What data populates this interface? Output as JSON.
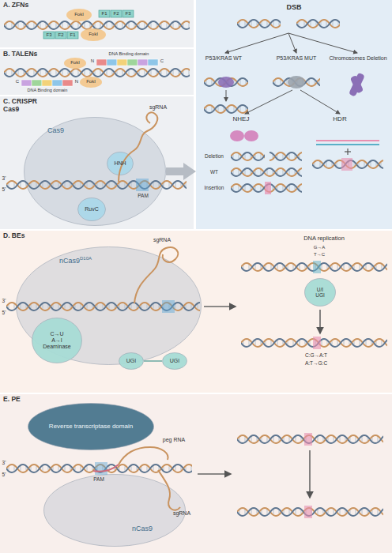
{
  "diagram": {
    "nodes": [
      {
        "text": [
          "A. ZFNs"
        ]
      },
      {
        "text": [
          "B. TALENs"
        ]
      },
      {
        "text": [
          "C. CRISPR Cas9"
        ]
      },
      {
        "text": [
          "Cas9"
        ],
        "in": 2
      },
      {
        "text": [
          "HNH"
        ],
        "in": 3
      },
      {
        "text": [
          "RuvC"
        ],
        "in": 3
      },
      {
        "text": [
          "DSB"
        ]
      },
      {
        "text": [
          "D. BEs"
        ]
      },
      {
        "text": [
          "nCas9",
          "D10A"
        ],
        "in": 7
      },
      {
        "text": [
          "C→U",
          "A→I",
          "Deaminase"
        ],
        "in": 7
      },
      {
        "text": [
          "UGI"
        ],
        "in": 7
      },
      {
        "text": [
          "UGI"
        ],
        "in": 7
      },
      {
        "text": [
          "U/I",
          "UGI"
        ],
        "in": 7
      },
      {
        "text": [
          "E. PE"
        ]
      },
      {
        "text": [
          "Reverse transcriptase domain"
        ],
        "in": 13
      },
      {
        "text": [
          "nCas9"
        ],
        "in": 13
      }
    ],
    "edges": [
      {
        "from": 3,
        "to": 6,
        "arrow": "to"
      },
      {
        "from": 10,
        "to": 11,
        "arrow": "none"
      }
    ],
    "labels": [
      "F1",
      "F2",
      "F3",
      "F3",
      "F2",
      "F1",
      "FokI",
      "FokI",
      "FokI",
      "DNA Binding domain",
      "N",
      "C",
      "C",
      "N",
      "DNA Binding domain",
      "FokI",
      "sgRNA",
      "PAM",
      "3'",
      "5'",
      "P53/KRAS WT",
      "P53/KRAS MUT",
      "Chromosomes Deletion",
      "NHEJ",
      "HDR",
      "Deletion",
      "WT",
      "Insertion",
      "sgRNA",
      "3'",
      "5'",
      "DNA replication",
      "G→A",
      "T→C",
      "C:G→A:T",
      "A:T→G:C",
      "PAM",
      "peg RNA",
      "sgRNA",
      "3'",
      "5'"
    ]
  }
}
